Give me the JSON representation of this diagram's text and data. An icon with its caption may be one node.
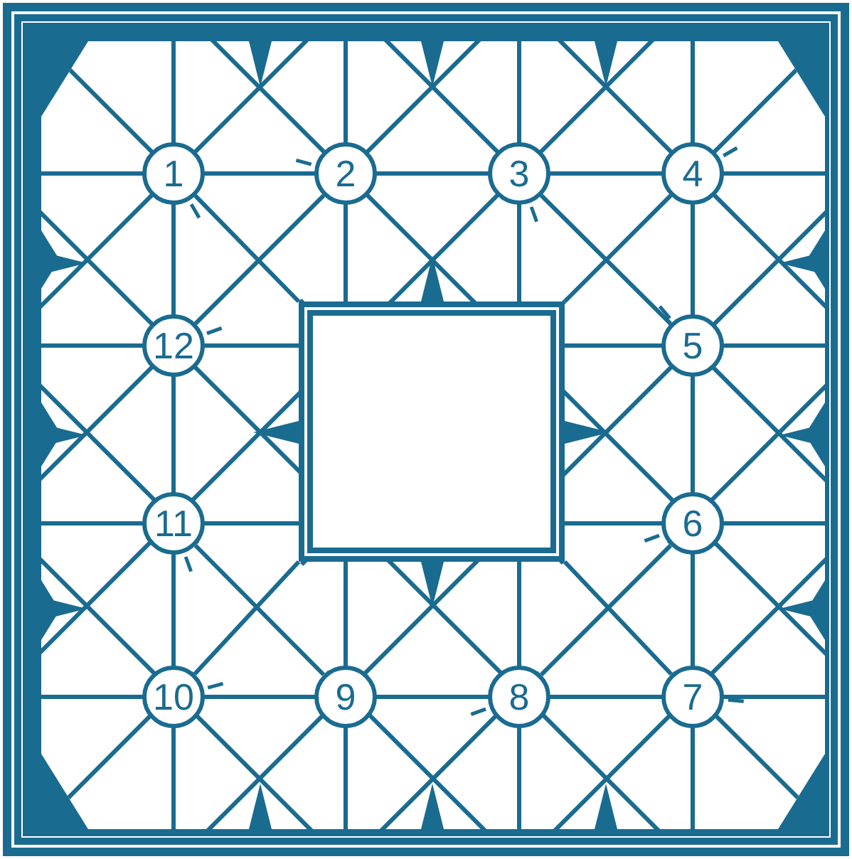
{
  "diagram": {
    "nodes": [
      {
        "text": [
          "1"
        ]
      },
      {
        "text": [
          "2"
        ]
      },
      {
        "text": [
          "3"
        ]
      },
      {
        "text": [
          "4"
        ]
      },
      {
        "text": [
          "5"
        ]
      },
      {
        "text": [
          "6"
        ]
      },
      {
        "text": [
          "7"
        ]
      },
      {
        "text": [
          "8"
        ]
      },
      {
        "text": [
          "9"
        ]
      },
      {
        "text": [
          "10"
        ]
      },
      {
        "text": [
          "11"
        ]
      },
      {
        "text": [
          "12"
        ]
      },
      {
        "text": [],
        "shape": "box"
      }
    ],
    "edges": [
      {
        "from": 0,
        "to": 1,
        "arrow": "none"
      },
      {
        "from": 1,
        "to": 2,
        "arrow": "none"
      },
      {
        "from": 2,
        "to": 3,
        "arrow": "none"
      },
      {
        "from": 3,
        "to": 4,
        "arrow": "none"
      },
      {
        "from": 4,
        "to": 5,
        "arrow": "none"
      },
      {
        "from": 5,
        "to": 6,
        "arrow": "none"
      },
      {
        "from": 6,
        "to": 7,
        "arrow": "none"
      },
      {
        "from": 7,
        "to": 8,
        "arrow": "none"
      },
      {
        "from": 8,
        "to": 9,
        "arrow": "none"
      },
      {
        "from": 9,
        "to": 10,
        "arrow": "none"
      },
      {
        "from": 10,
        "to": 11,
        "arrow": "none"
      },
      {
        "from": 11,
        "to": 0,
        "arrow": "none"
      },
      {
        "from": 1,
        "to": 11,
        "arrow": "none"
      },
      {
        "from": 2,
        "to": 4,
        "arrow": "none"
      },
      {
        "from": 5,
        "to": 7,
        "arrow": "none"
      },
      {
        "from": 8,
        "to": 10,
        "arrow": "none"
      },
      {
        "from": 0,
        "to": 12,
        "arrow": "none"
      },
      {
        "from": 1,
        "to": 12,
        "arrow": "none"
      },
      {
        "from": 2,
        "to": 12,
        "arrow": "none"
      },
      {
        "from": 3,
        "to": 12,
        "arrow": "none"
      },
      {
        "from": 4,
        "to": 12,
        "arrow": "none"
      },
      {
        "from": 5,
        "to": 12,
        "arrow": "none"
      },
      {
        "from": 6,
        "to": 12,
        "arrow": "none"
      },
      {
        "from": 7,
        "to": 12,
        "arrow": "none"
      },
      {
        "from": 8,
        "to": 12,
        "arrow": "none"
      },
      {
        "from": 9,
        "to": 12,
        "arrow": "none"
      },
      {
        "from": 10,
        "to": 12,
        "arrow": "none"
      },
      {
        "from": 11,
        "to": 12,
        "arrow": "none"
      }
    ]
  }
}
